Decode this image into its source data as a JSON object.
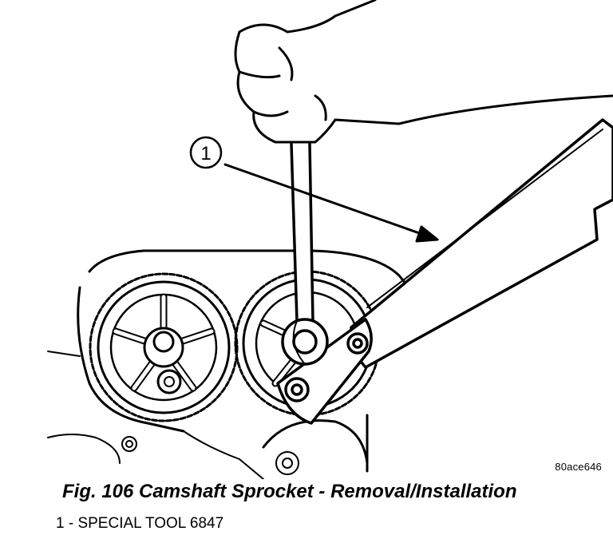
{
  "figure": {
    "callout_number": "1",
    "image_id": "80ace646",
    "caption": "Fig. 106 Camshaft Sprocket - Removal/Installation",
    "legend": [
      {
        "text": "1 - SPECIAL TOOL 6847"
      }
    ]
  }
}
